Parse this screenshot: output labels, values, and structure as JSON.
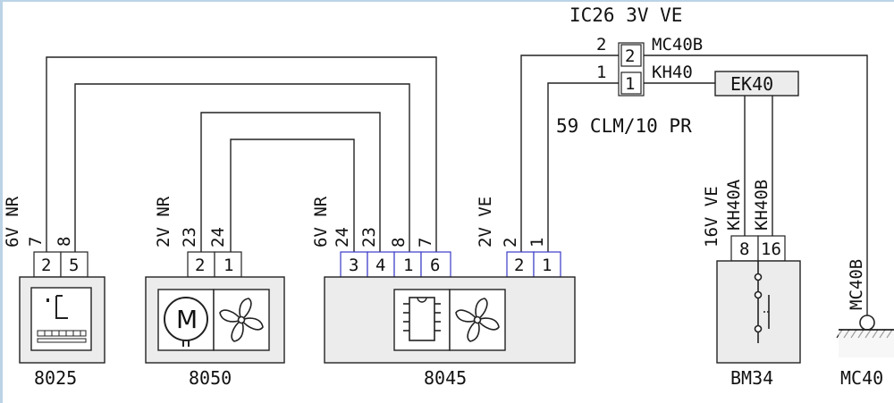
{
  "colors": {
    "line": "#222222",
    "box_fill": "#ececec",
    "connector_border": "#3a3ac8",
    "frame": "#bcd3e6"
  },
  "header": {
    "ic26": "IC26 3V VE",
    "conn": "59 CLM/10 PR"
  },
  "splice": {
    "pin_top": "2",
    "pin_bottom": "1",
    "left_top": "2",
    "left_bottom": "1",
    "label_top": "MC40B",
    "label_bottom": "KH40"
  },
  "ek40": {
    "label": "EK40"
  },
  "comp_8025": {
    "name": "8025",
    "connector": "6V NR",
    "wires": [
      "7",
      "8"
    ],
    "pins": [
      "2",
      "5"
    ],
    "icon": "display-panel-icon"
  },
  "comp_8050": {
    "name": "8050",
    "connector": "2V NR",
    "wires": [
      "23",
      "24"
    ],
    "pins": [
      "2",
      "1"
    ],
    "icons": [
      "motor-icon",
      "fan-icon"
    ]
  },
  "comp_8045": {
    "name": "8045",
    "connector_a": "6V NR",
    "wires_a": [
      "24",
      "23",
      "8",
      "7"
    ],
    "pins_a": [
      "3",
      "4",
      "1",
      "6"
    ],
    "connector_b": "2V VE",
    "wires_b": [
      "2",
      "1"
    ],
    "pins_b": [
      "2",
      "1"
    ],
    "icons": [
      "ic-chip-icon",
      "fan-icon"
    ]
  },
  "comp_bm34": {
    "name": "BM34",
    "connector": "16V VE",
    "wires": [
      "KH40A",
      "KH40B"
    ],
    "pins": [
      "8",
      "16"
    ],
    "icon": "relay-switch-icon"
  },
  "ground": {
    "name": "MC40",
    "wire": "MC40B",
    "icon": "ground-icon"
  }
}
